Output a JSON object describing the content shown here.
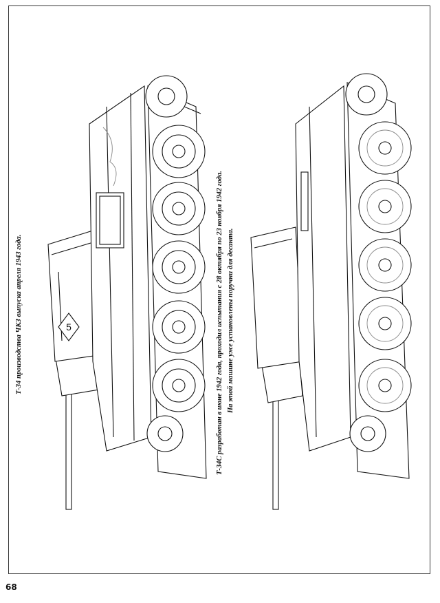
{
  "page": {
    "page_number": "68",
    "caption_top": "Т-34 производства ЧКЗ выпуска апреля 1943 года.",
    "caption_bottom_line1": "Т-34С разработан в июне 1942 года, проходил испытания с 28 октября по 23 ноября 1942 года.",
    "caption_bottom_line2": "На этой машине уже установлены поручни для десанта.",
    "turret_marking": "5"
  },
  "colors": {
    "ink": "#111111",
    "paper": "#ffffff",
    "faded_ink": "#888888"
  }
}
